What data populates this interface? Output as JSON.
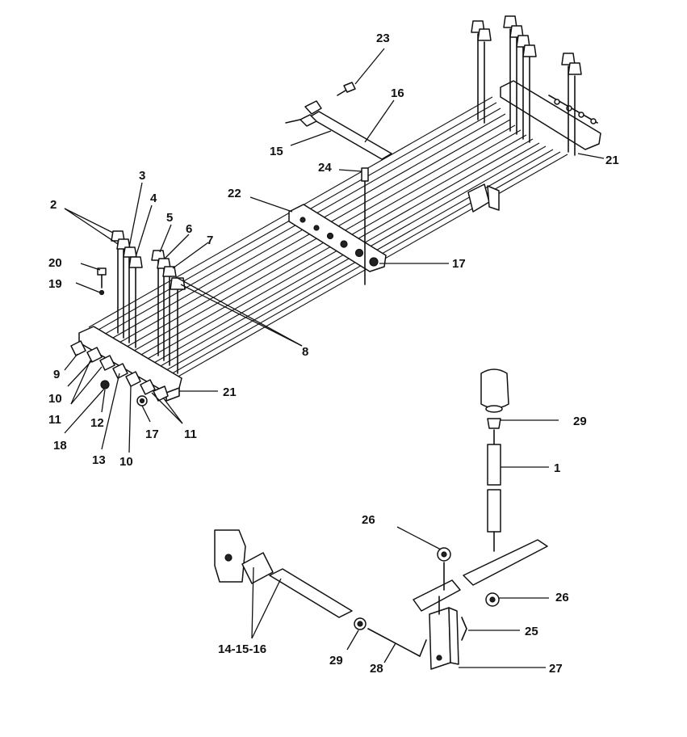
{
  "labels": {
    "l1": "1",
    "l2": "2",
    "l3": "3",
    "l4": "4",
    "l5": "5",
    "l6": "6",
    "l7": "7",
    "l8": "8",
    "l9": "9",
    "l10a": "10",
    "l10b": "10",
    "l11a": "11",
    "l11b": "11",
    "l12": "12",
    "l13": "13",
    "l14": "14-15-16",
    "l15": "15",
    "l16": "16",
    "l17a": "17",
    "l17b": "17",
    "l18": "18",
    "l19": "19",
    "l20": "20",
    "l21a": "21",
    "l21b": "21",
    "l22": "22",
    "l23": "23",
    "l24": "24",
    "l25": "25",
    "l26a": "26",
    "l26b": "26",
    "l27": "27",
    "l28": "28",
    "l29a": "29",
    "l29b": "29"
  }
}
